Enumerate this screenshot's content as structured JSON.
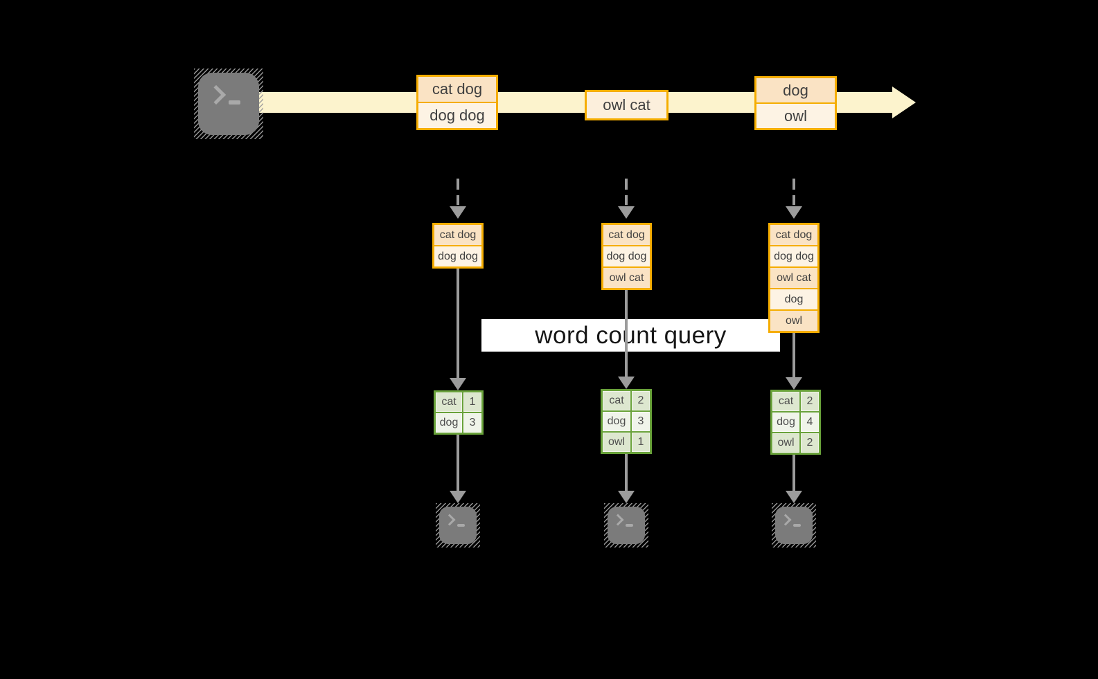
{
  "diagram": {
    "query_label": "word count query",
    "stream_events": [
      {
        "cells": [
          "cat dog",
          "dog dog"
        ]
      },
      {
        "cells": [
          "owl cat"
        ]
      },
      {
        "cells": [
          "dog",
          "owl"
        ]
      }
    ],
    "buffers": [
      {
        "cells": [
          "cat dog",
          "dog dog"
        ]
      },
      {
        "cells": [
          "cat dog",
          "dog dog",
          "owl cat"
        ]
      },
      {
        "cells": [
          "cat dog",
          "dog dog",
          "owl cat",
          "dog",
          "owl"
        ]
      }
    ],
    "count_tables": [
      {
        "rows": [
          {
            "word": "cat",
            "count": "1"
          },
          {
            "word": "dog",
            "count": "3"
          }
        ]
      },
      {
        "rows": [
          {
            "word": "cat",
            "count": "2"
          },
          {
            "word": "dog",
            "count": "3"
          },
          {
            "word": "owl",
            "count": "1"
          }
        ]
      },
      {
        "rows": [
          {
            "word": "cat",
            "count": "2"
          },
          {
            "word": "dog",
            "count": "4"
          },
          {
            "word": "owl",
            "count": "2"
          }
        ]
      }
    ],
    "icons": {
      "terminal_glyph": "❯_"
    },
    "colors": {
      "stream_band": "#fcf3cd",
      "gold_border": "#f5ad00",
      "cell_peach": "#fae3c4",
      "cell_cream": "#fdf3e4",
      "green_border": "#69a23a",
      "cell_green": "#dde7cf",
      "cell_green_light": "#f0f4ea",
      "arrow_gray": "#9c9c9c",
      "terminal_gray": "#7b7b7b",
      "banner_bg": "#ffffff"
    }
  }
}
